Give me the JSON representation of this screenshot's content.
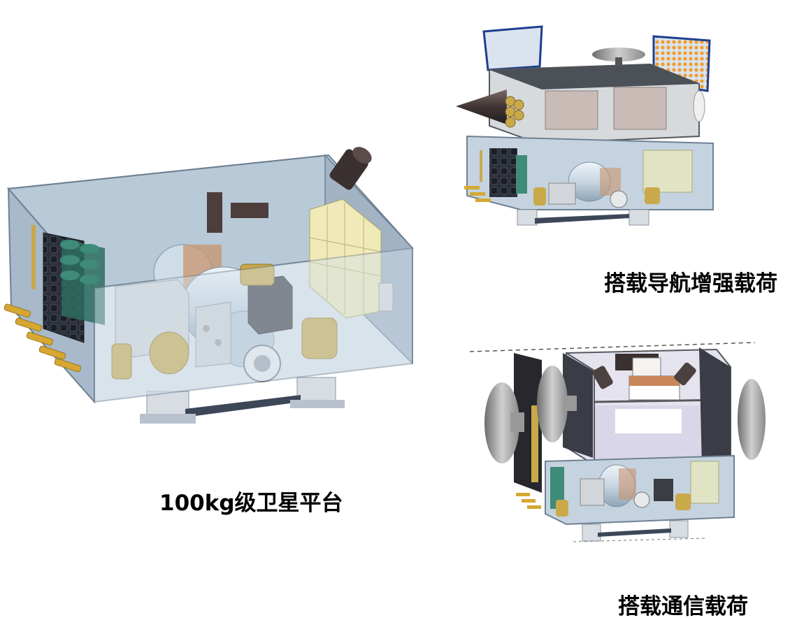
{
  "labels": {
    "platform": "100kg级卫星平台",
    "navigation_payload": "搭载导航增强载荷",
    "communication_payload": "搭载通信载荷"
  },
  "colors": {
    "box_face": "#c9d6e3",
    "box_edge": "#6f8193",
    "dark_panel": "#3a3f4a",
    "gold": "#c9a94a",
    "tank": "#cfdde8",
    "copper": "#c8946e",
    "yellow_unit": "#efeab8",
    "solar_orange": "#f39c2a",
    "grey_unit": "#b9b9b9"
  }
}
